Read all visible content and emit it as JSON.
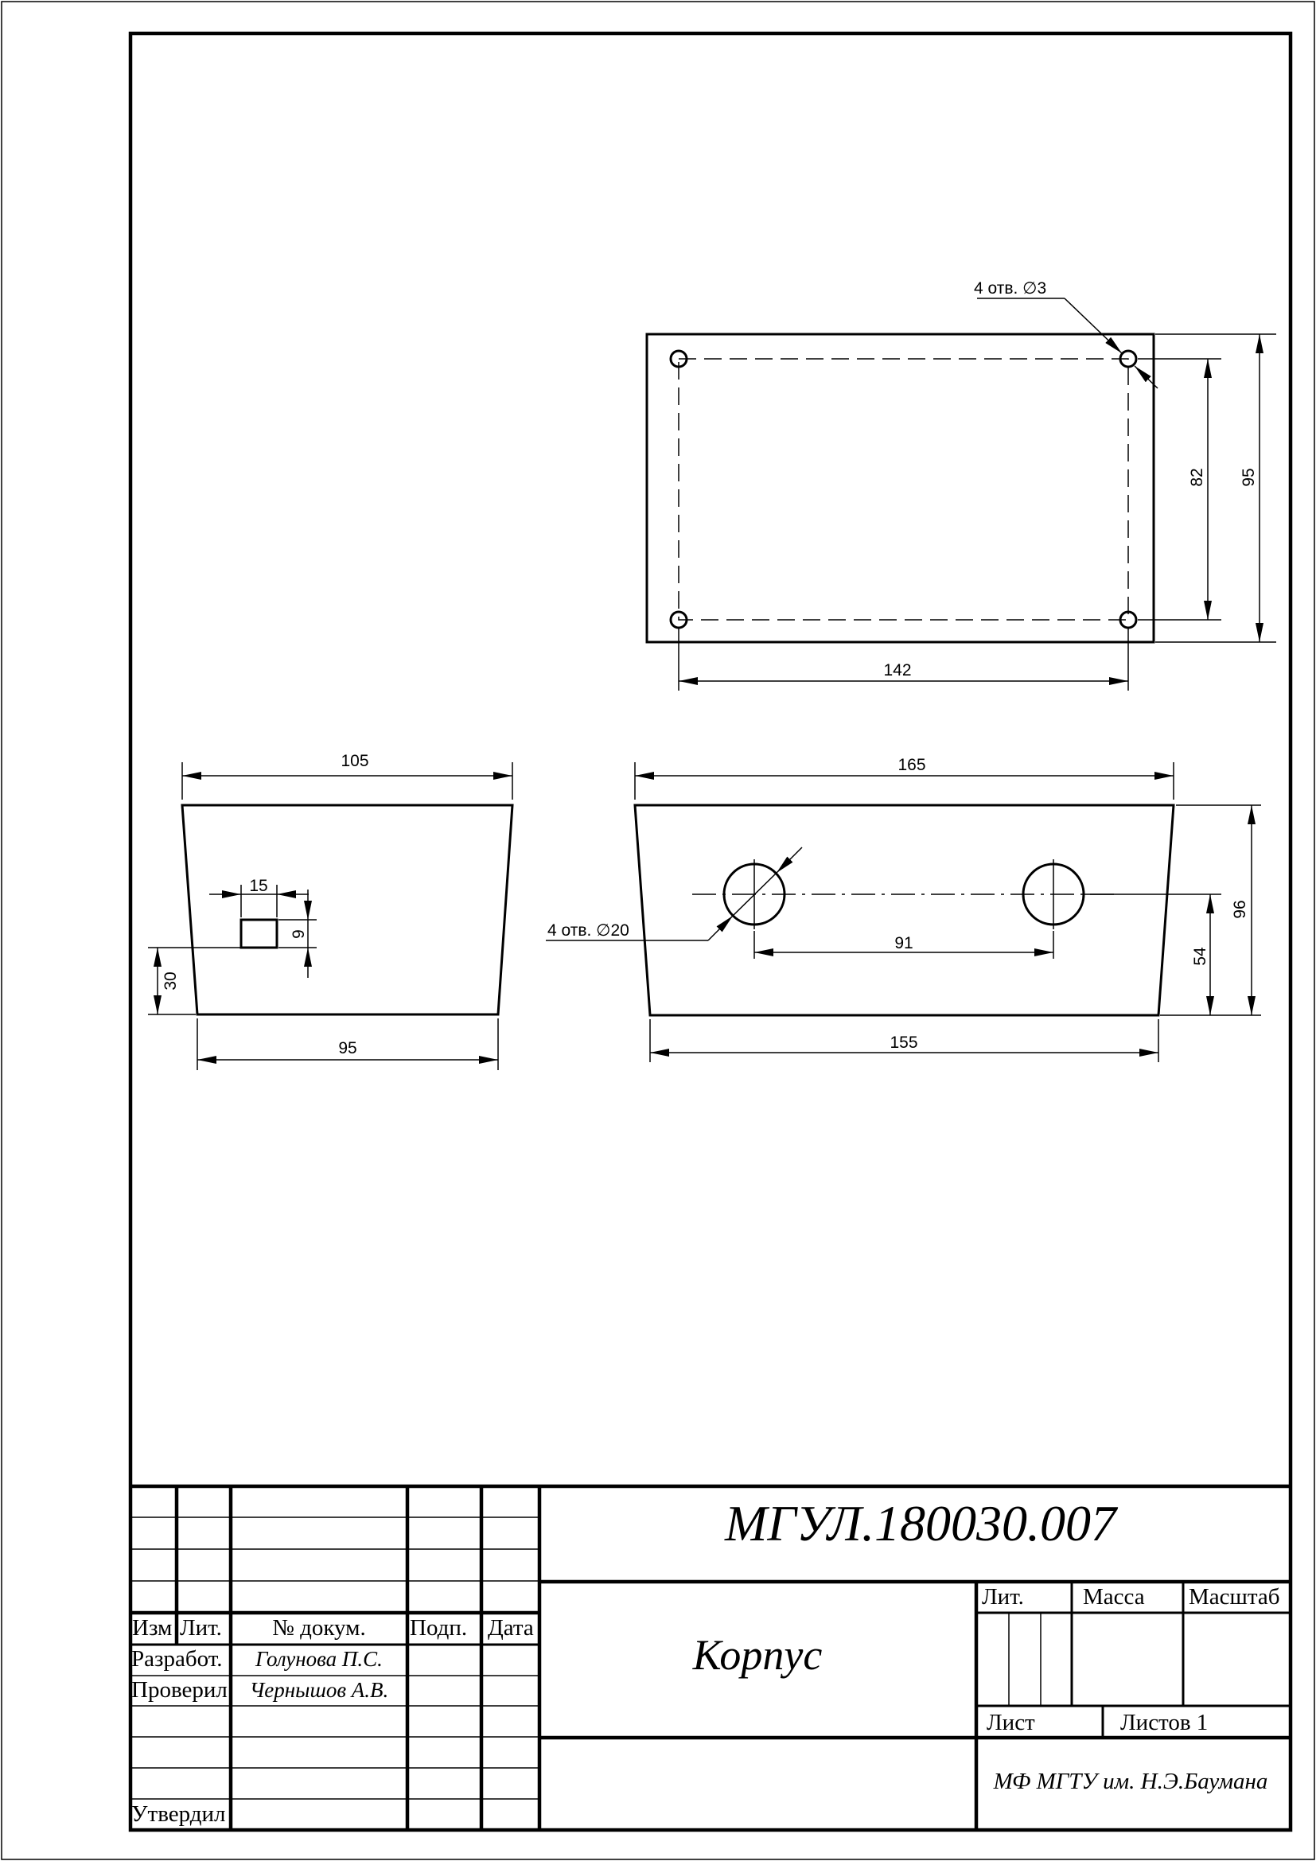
{
  "drawing": {
    "top_view": {
      "holes_label": "4 отв. ∅3",
      "dim_width": "142",
      "dim_inner_height": "82",
      "dim_height": "95"
    },
    "side_view": {
      "dim_top_width": "105",
      "dim_bottom_width": "95",
      "dim_slot_width": "15",
      "dim_slot_height": "9",
      "dim_slot_elevation": "30"
    },
    "front_view": {
      "dim_top_width": "165",
      "dim_bottom_width": "155",
      "dim_hole_spacing": "91",
      "dim_height": "96",
      "dim_hole_elevation": "54",
      "holes_label": "4 отв. ∅20"
    }
  },
  "title_block": {
    "designation": "МГУЛ.180030.007",
    "part_name": "Корпус",
    "organization": "МФ МГТУ им. Н.Э.Баумана",
    "headers": {
      "izm": "Изм",
      "lit": "Лит.",
      "doc_no": "№ докум.",
      "sign": "Подп.",
      "date": "Дата"
    },
    "roles": {
      "developed": "Разработ.",
      "checked": "Проверил",
      "approved": "Утвердил"
    },
    "people": {
      "developer": "Голунова П.С.",
      "checker": "Чернышов А.В."
    },
    "info": {
      "lit": "Лит.",
      "mass": "Масса",
      "scale": "Масштаб",
      "sheet": "Лист",
      "sheets": "Листов 1"
    }
  }
}
